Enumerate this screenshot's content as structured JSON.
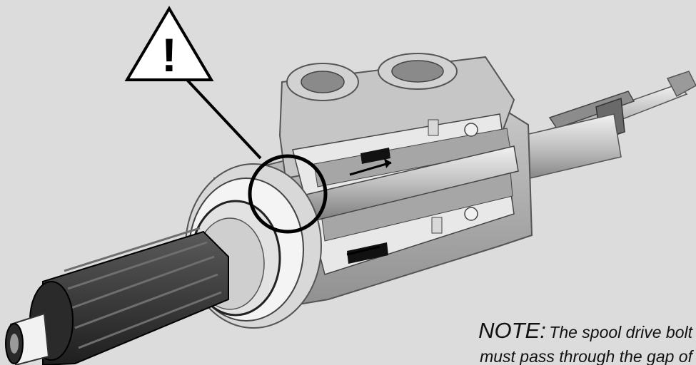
{
  "warning": {
    "symbol": "!"
  },
  "note": {
    "lead": "NOTE:",
    "line1": "The spool drive bolt",
    "line2": "must pass through the gap of"
  },
  "colors": {
    "background": "#dcdcdc",
    "housing": "#b8b8b8",
    "gear": "#3a3a3a",
    "outline": "#000000"
  }
}
